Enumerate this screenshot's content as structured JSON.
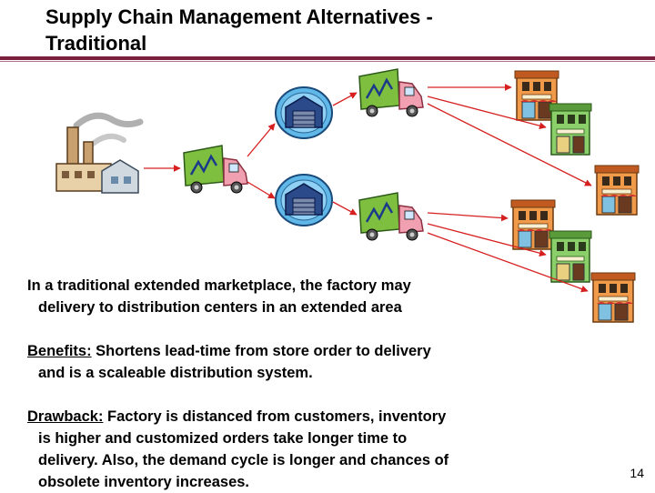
{
  "slide": {
    "title_line1": "Supply Chain Management Alternatives -",
    "title_line2": "Traditional",
    "intro_line1": "In a traditional extended marketplace, the factory may",
    "intro_line2": "delivery to distribution centers in an extended area",
    "benefits_label": "Benefits:",
    "benefits_line1": " Shortens lead-time from store order to delivery",
    "benefits_line2": "and is a scaleable distribution system.",
    "drawback_label": "Drawback:",
    "drawback_line1": " Factory is distanced from customers, inventory",
    "drawback_line2": "is higher and customized orders take longer time to",
    "drawback_line3": "delivery. Also, the demand cycle is longer and chances of",
    "drawback_line4": "obsolete inventory increases.",
    "page_number": "14"
  },
  "colors": {
    "accent_rule": "#7a1f3d",
    "arrow": "#d62020"
  },
  "icons": [
    "factory-icon",
    "truck-icon",
    "warehouse-icon",
    "store-icon"
  ]
}
